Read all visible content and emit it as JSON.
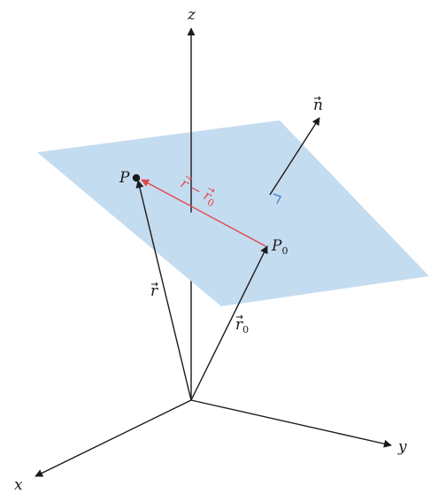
{
  "colors": {
    "plane_fill": "#c4dcf0",
    "axis": "#1a1a1a",
    "difference_vector": "#e04848",
    "right_angle_marker": "#3a7fc0"
  },
  "axes": {
    "z_label": "z",
    "y_label": "y",
    "x_label": "x"
  },
  "points": {
    "p_label": "P",
    "p0_label": "P",
    "p0_subscript": "0"
  },
  "vectors": {
    "r_label": "r",
    "r0_label": "r",
    "r0_subscript": "0",
    "n_label": "n",
    "difference_label": "r − r",
    "difference_subscript": "0"
  }
}
